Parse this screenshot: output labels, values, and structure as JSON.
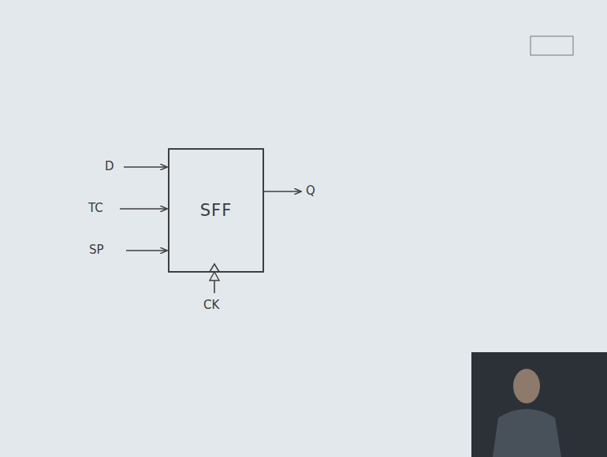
{
  "diagram": {
    "nodes": [
      {
        "text": [
          "SFF"
        ]
      }
    ],
    "labels": [
      "D",
      "TC",
      "SP",
      "Q",
      "CK"
    ]
  }
}
